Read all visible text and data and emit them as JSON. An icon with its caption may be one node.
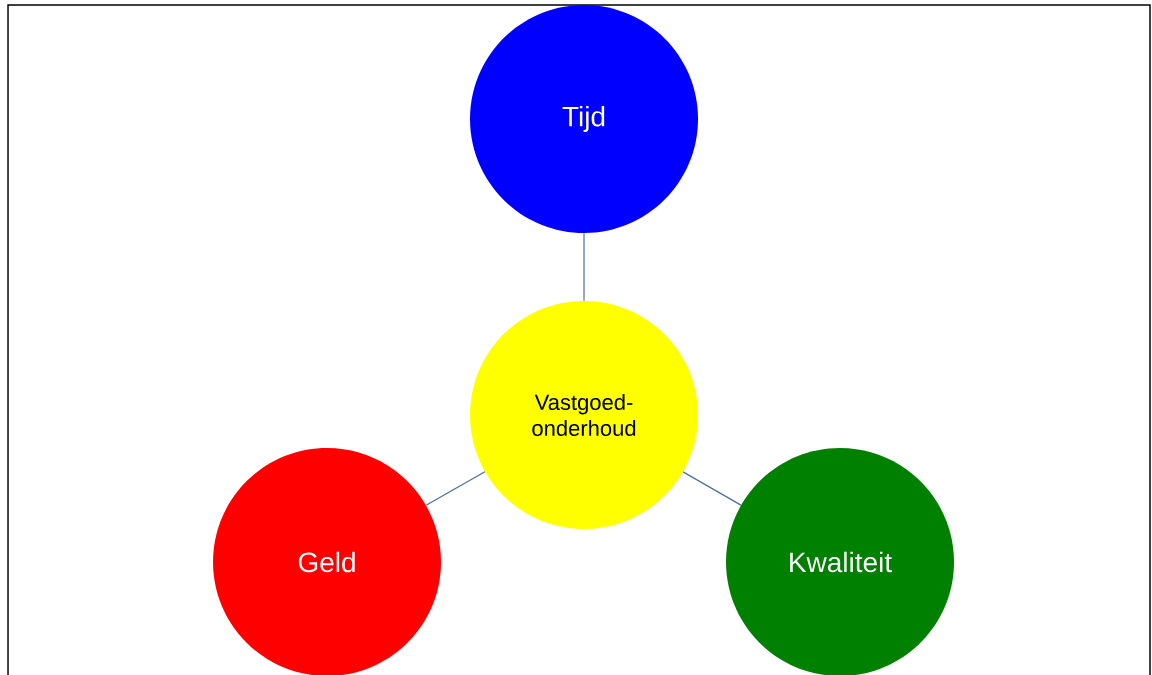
{
  "diagram": {
    "nodes": [
      {
        "text": [
          "Tijd"
        ]
      },
      {
        "text": [
          "Vastgoed- onderhoud"
        ]
      },
      {
        "text": [
          "Geld"
        ]
      },
      {
        "text": [
          "Kwaliteit"
        ]
      }
    ],
    "edges": [
      {
        "from": 0,
        "to": 1,
        "arrow": "none"
      },
      {
        "from": 1,
        "to": 2,
        "arrow": "none"
      },
      {
        "from": 1,
        "to": 3,
        "arrow": "none"
      }
    ]
  }
}
